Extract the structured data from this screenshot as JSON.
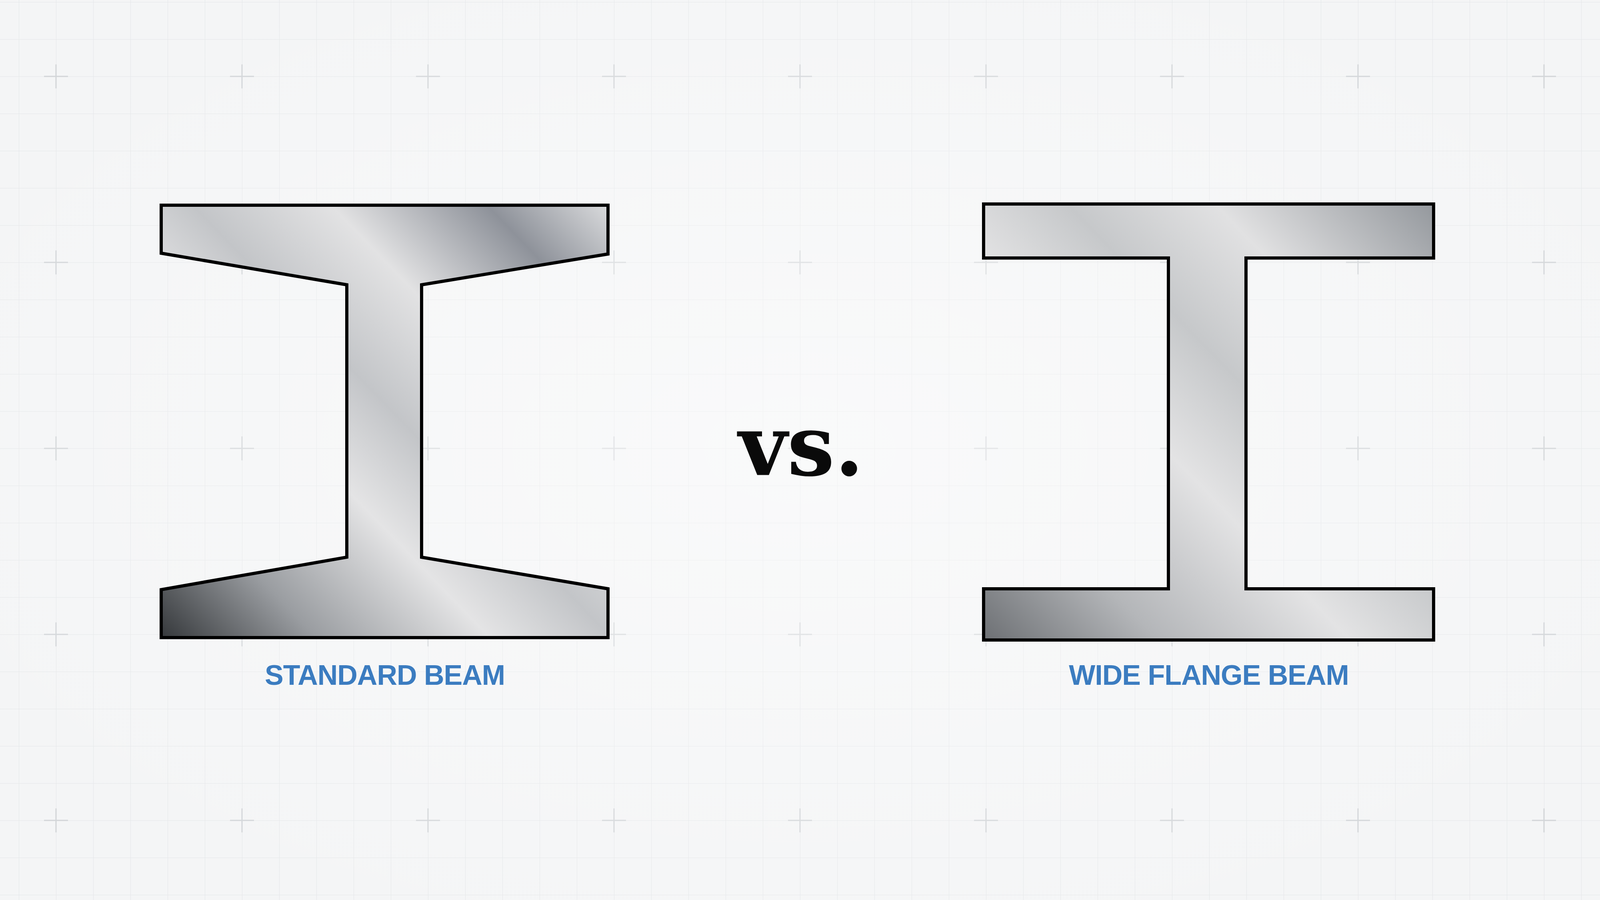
{
  "diagram": {
    "labels": [
      "vs.",
      "STANDARD BEAM",
      "WIDE FLANGE BEAM"
    ]
  }
}
